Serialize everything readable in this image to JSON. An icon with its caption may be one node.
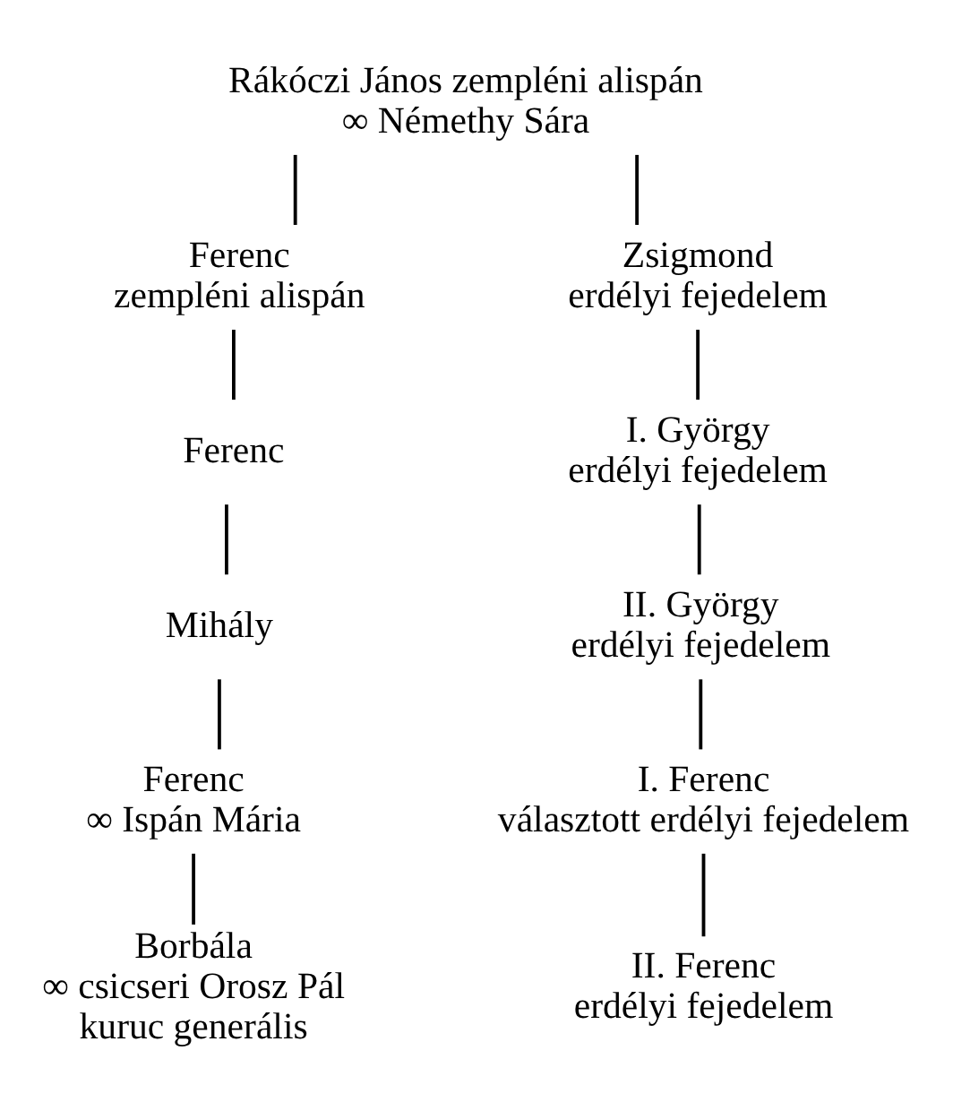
{
  "diagram": {
    "nodes": [
      {
        "text": [
          "Rákóczi János zempléni alispán",
          "∞ Némethy Sára"
        ]
      },
      {
        "text": [
          "Ferenc",
          "zempléni alispán"
        ]
      },
      {
        "text": [
          "Ferenc"
        ]
      },
      {
        "text": [
          "Mihály"
        ]
      },
      {
        "text": [
          "Ferenc",
          "∞ Ispán Mária"
        ]
      },
      {
        "text": [
          "Borbála",
          "∞ csicseri Orosz Pál",
          "kuruc generális"
        ]
      },
      {
        "text": [
          "Zsigmond",
          "erdélyi fejedelem"
        ]
      },
      {
        "text": [
          "I. György",
          "erdélyi fejedelem"
        ]
      },
      {
        "text": [
          "II. György",
          "erdélyi fejedelem"
        ]
      },
      {
        "text": [
          "I. Ferenc",
          "választott erdélyi fejedelem"
        ]
      },
      {
        "text": [
          "II. Ferenc",
          "erdélyi fejedelem"
        ]
      }
    ],
    "edges": [
      {
        "from": 0,
        "to": 1,
        "arrow": "none"
      },
      {
        "from": 0,
        "to": 6,
        "arrow": "none"
      },
      {
        "from": 1,
        "to": 2,
        "arrow": "none"
      },
      {
        "from": 2,
        "to": 3,
        "arrow": "none"
      },
      {
        "from": 3,
        "to": 4,
        "arrow": "none"
      },
      {
        "from": 4,
        "to": 5,
        "arrow": "none"
      },
      {
        "from": 6,
        "to": 7,
        "arrow": "none"
      },
      {
        "from": 7,
        "to": 8,
        "arrow": "none"
      },
      {
        "from": 8,
        "to": 9,
        "arrow": "none"
      },
      {
        "from": 9,
        "to": 10,
        "arrow": "none"
      }
    ]
  }
}
